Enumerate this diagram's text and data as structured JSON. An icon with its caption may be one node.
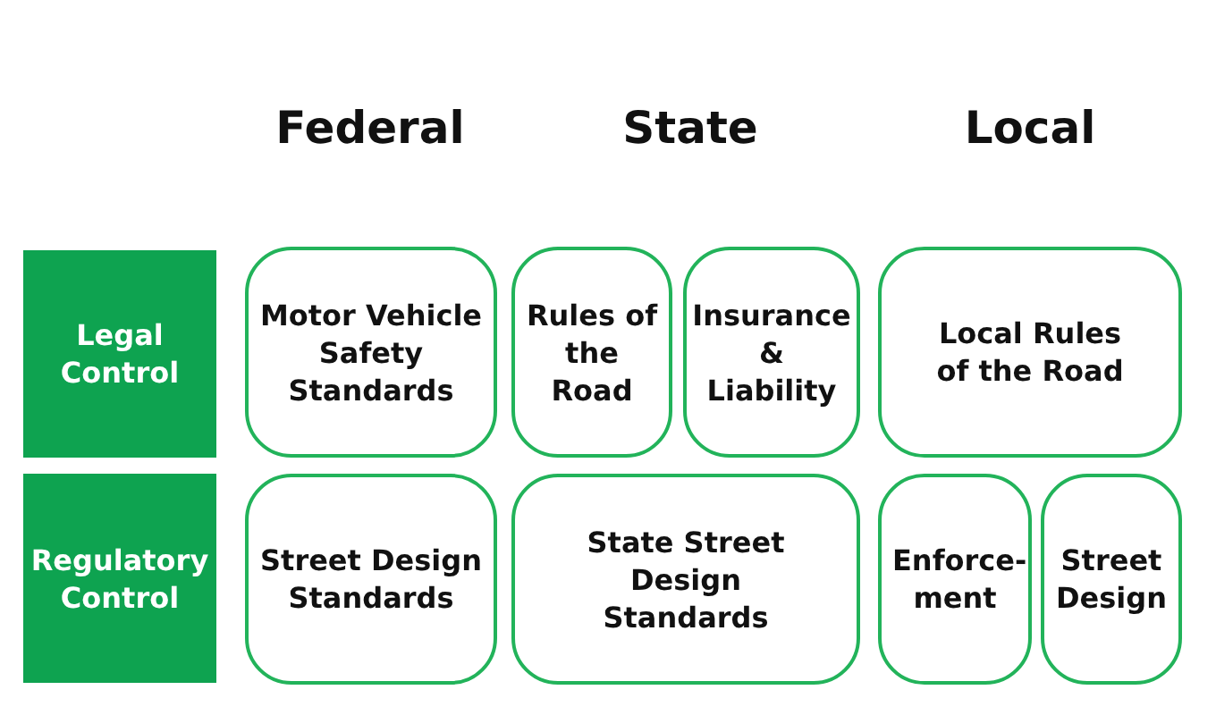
{
  "diagram": {
    "nodes": [
      {
        "text": [
          "Legal Control"
        ]
      },
      {
        "text": [
          "Motor Vehicle Safety Standards"
        ]
      },
      {
        "text": [
          "Rules of the Road"
        ]
      },
      {
        "text": [
          "Insurance & Liability"
        ]
      },
      {
        "text": [
          "Local Rules of the Road"
        ]
      },
      {
        "text": [
          "Regulatory Control"
        ]
      },
      {
        "text": [
          "Street Design Standards"
        ]
      },
      {
        "text": [
          "State Street Design Standards"
        ]
      },
      {
        "text": [
          "Enforce-ment"
        ]
      },
      {
        "text": [
          "Street Design"
        ]
      }
    ],
    "labels": [
      "Federal",
      "State",
      "Local"
    ]
  }
}
